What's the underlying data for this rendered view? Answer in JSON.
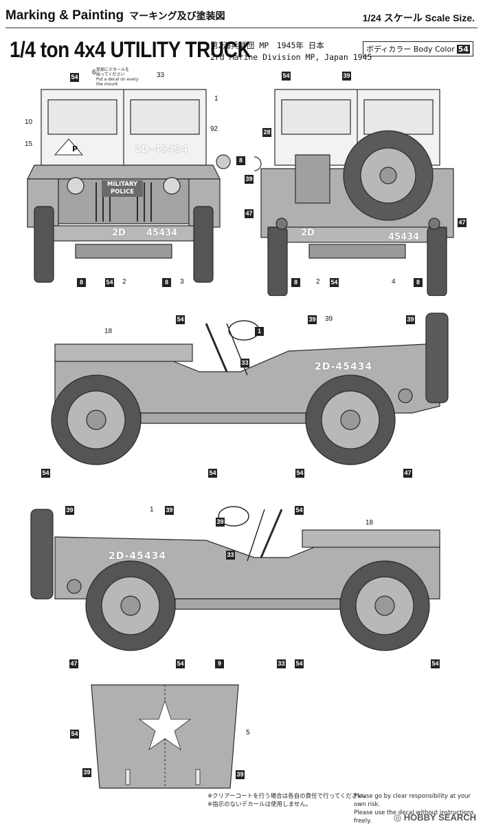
{
  "header": {
    "left_en": "Marking & Painting",
    "left_jp": "マーキング及び塗装図",
    "right": "1/24 スケール Scale Size."
  },
  "title": "1/4 ton 4x4 UTILITY TRUCK",
  "subtitle_jp": "第2海兵師団 MP　1945年 日本",
  "subtitle_en": "2rd Marine Division MP, Japan 1945",
  "body_color": {
    "label": "ボディカラー Body Color",
    "code": "54"
  },
  "decals": {
    "registration": "2D-45434",
    "bumper_left": "2D",
    "bumper_right": "45434",
    "mp_line1": "MILITARY",
    "mp_line2": "POLICE",
    "letter_p": "P"
  },
  "windshield_note": [
    "窓部にデカールを",
    "貼ってください",
    "Put a decal on every",
    "the mount"
  ],
  "callouts": {
    "front": {
      "top": [
        "54",
        "6",
        "33"
      ],
      "left": [
        "10",
        "15"
      ],
      "right": [
        "1",
        "92"
      ],
      "bottom": [
        "8",
        "54",
        "2",
        "8",
        "3"
      ]
    },
    "rear": {
      "top": [
        "54",
        "39"
      ],
      "left": [
        "28",
        "8",
        "39",
        "47"
      ],
      "right": [
        "47"
      ],
      "bottom": [
        "8",
        "2",
        "54",
        "4",
        "8"
      ]
    },
    "side_right": {
      "top": [
        "18",
        "54",
        "39",
        "39",
        "1",
        "39"
      ],
      "inner": [
        "33"
      ],
      "bottom": [
        "54",
        "54",
        "54",
        "47"
      ]
    },
    "side_left": {
      "top": [
        "39",
        "1",
        "39",
        "39",
        "54",
        "18"
      ],
      "inner": [
        "33"
      ],
      "bottom": [
        "47",
        "54",
        "9",
        "33",
        "54",
        "54"
      ]
    },
    "hood": {
      "left": [
        "54",
        "39"
      ],
      "right": [
        "5",
        "39"
      ]
    }
  },
  "footer_notes": {
    "jp1": "※クリアーコートを行う場合は各自の責任で行ってください。",
    "jp2": "※指示のないデカールは使用しません。",
    "en1": "Please go by clear responsibility at your own risk.",
    "en2": "Please use the decal without instructions freely."
  },
  "watermark": "HOBBY SEARCH",
  "colors": {
    "line": "#2a2a2a",
    "body": "#a8a8a8",
    "tire": "#444444",
    "callout_box": "#222222"
  }
}
